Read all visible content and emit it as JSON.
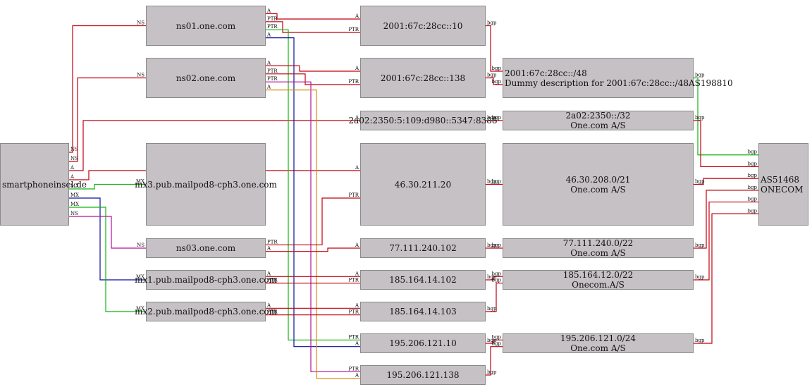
{
  "colors": {
    "red": "#c0000e",
    "green": "#11b410",
    "blue": "#0e0f9c",
    "magenta": "#b3119c",
    "orange": "#dd8a10",
    "node_fill": "#c5c1c4",
    "node_border": "#8a8a8a"
  },
  "nodes": {
    "domain": {
      "lines": [
        "smartphoneinsel.de"
      ]
    },
    "ns01": {
      "lines": [
        "ns01.one.com"
      ]
    },
    "ns02": {
      "lines": [
        "ns02.one.com"
      ]
    },
    "ns03": {
      "lines": [
        "ns03.one.com"
      ]
    },
    "mx1": {
      "lines": [
        "mx1.pub.mailpod8-cph3.one.com"
      ]
    },
    "mx2": {
      "lines": [
        "mx2.pub.mailpod8-cph3.one.com"
      ]
    },
    "mx3": {
      "lines": [
        "mx3.pub.mailpod8-cph3.one.com"
      ]
    },
    "ip6_10": {
      "lines": [
        "2001:67c:28cc::10"
      ]
    },
    "ip6_138": {
      "lines": [
        "2001:67c:28cc::138"
      ]
    },
    "ip6_smartphone": {
      "lines": [
        "2a02:2350:5:109:d980::5347:8388"
      ]
    },
    "ip4_211_20": {
      "lines": [
        "46.30.211.20"
      ]
    },
    "ip4_240_102": {
      "lines": [
        "77.111.240.102"
      ]
    },
    "ip4_14_102": {
      "lines": [
        "185.164.14.102"
      ]
    },
    "ip4_14_103": {
      "lines": [
        "185.164.14.103"
      ]
    },
    "ip4_121_10": {
      "lines": [
        "195.206.121.10"
      ]
    },
    "ip4_121_138": {
      "lines": [
        "195.206.121.138"
      ]
    },
    "pfx_2001": {
      "lines": [
        "2001:67c:28cc::/48",
        "Dummy description for 2001:67c:28cc::/48AS198810"
      ]
    },
    "pfx_2a02": {
      "lines": [
        "2a02:2350::/32",
        "One.com A/S"
      ]
    },
    "pfx_46": {
      "lines": [
        "46.30.208.0/21",
        "One.com A/S"
      ]
    },
    "pfx_77": {
      "lines": [
        "77.111.240.0/22",
        "One.com A/S"
      ]
    },
    "pfx_185": {
      "lines": [
        "185.164.12.0/22",
        "Onecom.A/S"
      ]
    },
    "pfx_195": {
      "lines": [
        "195.206.121.0/24",
        "One.com A/S"
      ]
    },
    "asn": {
      "lines": [
        "AS51468",
        "ONECOM"
      ]
    }
  },
  "edge_labels": {
    "ns": "NS",
    "a": "A",
    "mx": "MX",
    "ptr": "PTR",
    "bgp": "bgp"
  },
  "edges": [
    {
      "from": "domain",
      "to": "ns01",
      "label": "NS",
      "color": "red"
    },
    {
      "from": "domain",
      "to": "ns02",
      "label": "NS",
      "color": "red"
    },
    {
      "from": "domain",
      "to": "ip6_smartphone",
      "label": "A",
      "color": "red"
    },
    {
      "from": "domain",
      "to": "ip4_211_20",
      "label": "A",
      "color": "red"
    },
    {
      "from": "domain",
      "to": "mx3",
      "label": "MX",
      "color": "green"
    },
    {
      "from": "domain",
      "to": "mx1",
      "label": "MX",
      "color": "blue"
    },
    {
      "from": "domain",
      "to": "mx2",
      "label": "MX",
      "color": "green"
    },
    {
      "from": "domain",
      "to": "ns03",
      "label": "NS",
      "color": "magenta"
    },
    {
      "from": "ns01",
      "to": "ip6_10",
      "label": "A",
      "color": "red"
    },
    {
      "from": "ns01",
      "to": "ip6_10",
      "label": "PTR",
      "color": "red"
    },
    {
      "from": "ns01",
      "to": "ip4_121_10",
      "label": "PTR",
      "color": "green"
    },
    {
      "from": "ns01",
      "to": "ip4_121_10",
      "label": "A",
      "color": "blue"
    },
    {
      "from": "ns02",
      "to": "ip6_138",
      "label": "A",
      "color": "red"
    },
    {
      "from": "ns02",
      "to": "ip6_138",
      "label": "PTR",
      "color": "red"
    },
    {
      "from": "ns02",
      "to": "ip4_121_138",
      "label": "PTR",
      "color": "magenta"
    },
    {
      "from": "ns02",
      "to": "ip4_121_138",
      "label": "A",
      "color": "orange"
    },
    {
      "from": "ns03",
      "to": "ip4_211_20",
      "label": "PTR",
      "color": "red"
    },
    {
      "from": "ns03",
      "to": "ip4_240_102",
      "label": "A",
      "color": "red"
    },
    {
      "from": "mx1",
      "to": "ip4_14_102",
      "label": "A",
      "color": "red"
    },
    {
      "from": "mx1",
      "to": "ip4_14_102",
      "label": "PTR",
      "color": "red"
    },
    {
      "from": "mx2",
      "to": "ip4_14_103",
      "label": "A",
      "color": "red"
    },
    {
      "from": "mx2",
      "to": "ip4_14_103",
      "label": "PTR",
      "color": "red"
    },
    {
      "from": "ip6_10",
      "to": "pfx_2001",
      "label": "bgp",
      "color": "red"
    },
    {
      "from": "ip6_138",
      "to": "pfx_2001",
      "label": "bgp",
      "color": "red"
    },
    {
      "from": "ip6_smartphone",
      "to": "pfx_2a02",
      "label": "bgp",
      "color": "red"
    },
    {
      "from": "ip4_211_20",
      "to": "pfx_46",
      "label": "bgp",
      "color": "red"
    },
    {
      "from": "ip4_240_102",
      "to": "pfx_77",
      "label": "bgp",
      "color": "red"
    },
    {
      "from": "ip4_14_102",
      "to": "pfx_185",
      "label": "bgp",
      "color": "red"
    },
    {
      "from": "ip4_14_103",
      "to": "pfx_185",
      "label": "bgp",
      "color": "red"
    },
    {
      "from": "ip4_121_10",
      "to": "pfx_195",
      "label": "bgp",
      "color": "red"
    },
    {
      "from": "ip4_121_138",
      "to": "pfx_195",
      "label": "bgp",
      "color": "red"
    },
    {
      "from": "pfx_2001",
      "to": "asn",
      "label": "bgp",
      "color": "green"
    },
    {
      "from": "pfx_2a02",
      "to": "asn",
      "label": "bgp",
      "color": "red"
    },
    {
      "from": "pfx_46",
      "to": "asn",
      "label": "bgp",
      "color": "red"
    },
    {
      "from": "pfx_77",
      "to": "asn",
      "label": "bgp",
      "color": "red"
    },
    {
      "from": "pfx_185",
      "to": "asn",
      "label": "bgp",
      "color": "red"
    },
    {
      "from": "pfx_195",
      "to": "asn",
      "label": "bgp",
      "color": "red"
    }
  ]
}
